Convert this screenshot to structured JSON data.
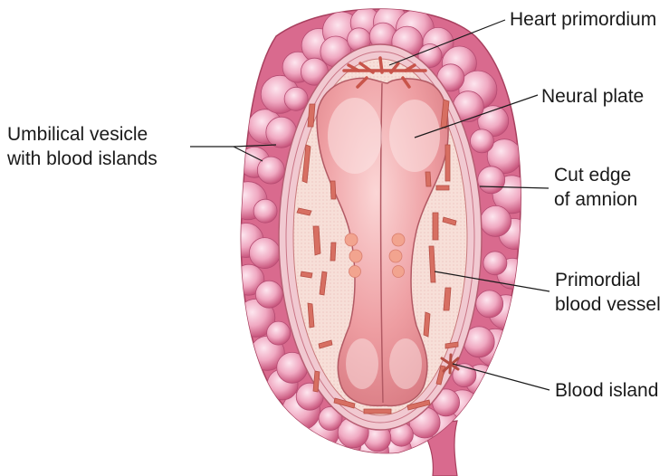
{
  "labels": {
    "heart_primordium": "Heart primordium",
    "neural_plate": "Neural plate",
    "umbilical_vesicle": [
      "Umbilical vesicle",
      "with blood islands"
    ],
    "cut_edge_amnion": [
      "Cut edge",
      "of amnion"
    ],
    "primordial_blood_vessel": [
      "Primordial",
      "blood vessel"
    ],
    "blood_island": "Blood island"
  },
  "colors": {
    "vesicle_outer": "#d96a8e",
    "vesicle_bubble": "#f3b6cb",
    "amnion_band": "#f1c9d1",
    "embryonic_disc": "#f7dcd6",
    "neural_plate": "#ee9a9f",
    "blood_vessel": "#d76f62",
    "leader_line": "#1a1a1a"
  }
}
